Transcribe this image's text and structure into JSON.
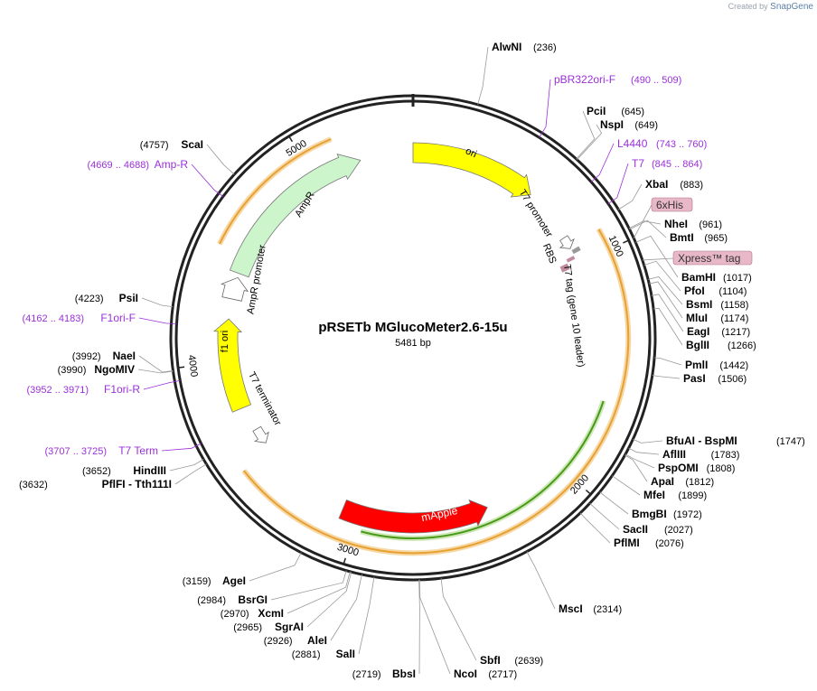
{
  "credit": {
    "created_by": "Created by",
    "brand": "SnapGene"
  },
  "plasmid": {
    "name": "pRSETb MGlucoMeter2.6-15u",
    "length_label": "5481 bp",
    "length": 5481
  },
  "colors": {
    "backbone": "#222222",
    "site_label": "#000000",
    "primer_label": "#9b30d9",
    "yellow_feature": "#ffff00",
    "ampr": "#ccf5cc",
    "mapple": "#ff0000",
    "orange_arc": "#e8a033",
    "green_arc": "#4a9a1a",
    "tag_box": "#e8b8c8"
  },
  "ticks": [
    "1000",
    "2000",
    "3000",
    "4000",
    "5000"
  ],
  "features": {
    "ori": "ori",
    "ampr": "AmpR",
    "ampr_promoter": "AmpR promoter",
    "f1_ori": "f1 ori",
    "mapple": "mApple",
    "t7_promoter": "T7 promoter",
    "rbs": "RBS",
    "t7_tag": "T7 tag (gene 10 leader)",
    "t7_terminator": "T7 terminator"
  },
  "sites_right": [
    {
      "name": "AlwNI",
      "pos": "(236)"
    },
    {
      "name": "PciI",
      "pos": "(645)"
    },
    {
      "name": "NspI",
      "pos": "(649)"
    },
    {
      "name": "XbaI",
      "pos": "(883)"
    },
    {
      "name": "NheI",
      "pos": "(961)"
    },
    {
      "name": "BmtI",
      "pos": "(965)"
    },
    {
      "name": "BamHI",
      "pos": "(1017)"
    },
    {
      "name": "PfoI",
      "pos": "(1104)"
    },
    {
      "name": "BsmI",
      "pos": "(1158)"
    },
    {
      "name": "MluI",
      "pos": "(1174)"
    },
    {
      "name": "EagI",
      "pos": "(1217)"
    },
    {
      "name": "BglII",
      "pos": "(1266)"
    },
    {
      "name": "PmlI",
      "pos": "(1442)"
    },
    {
      "name": "PasI",
      "pos": "(1506)"
    },
    {
      "name": "BfuAI  -  BspMI",
      "pos": "(1747)"
    },
    {
      "name": "AflIII",
      "pos": "(1783)"
    },
    {
      "name": "PspOMI",
      "pos": "(1808)"
    },
    {
      "name": "ApaI",
      "pos": "(1812)"
    },
    {
      "name": "MfeI",
      "pos": "(1899)"
    },
    {
      "name": "BmgBI",
      "pos": "(1972)"
    },
    {
      "name": "SacII",
      "pos": "(2027)"
    },
    {
      "name": "PflMI",
      "pos": "(2076)"
    },
    {
      "name": "MscI",
      "pos": "(2314)"
    },
    {
      "name": "SbfI",
      "pos": "(2639)"
    },
    {
      "name": "NcoI",
      "pos": "(2717)"
    }
  ],
  "sites_left": [
    {
      "name": "ScaI",
      "pos": "(4757)"
    },
    {
      "name": "PsiI",
      "pos": "(4223)"
    },
    {
      "name": "NaeI",
      "pos": "(3992)"
    },
    {
      "name": "NgoMIV",
      "pos": "(3990)"
    },
    {
      "name": "HindIII",
      "pos": "(3652)"
    },
    {
      "name": "PflFI  -  Tth111I",
      "pos": "(3632)"
    },
    {
      "name": "AgeI",
      "pos": "(3159)"
    },
    {
      "name": "BsrGI",
      "pos": "(2984)"
    },
    {
      "name": "XcmI",
      "pos": "(2970)"
    },
    {
      "name": "SgrAI",
      "pos": "(2965)"
    },
    {
      "name": "AleI",
      "pos": "(2926)"
    },
    {
      "name": "SalI",
      "pos": "(2881)"
    },
    {
      "name": "BbsI",
      "pos": "(2719)"
    }
  ],
  "primers": [
    {
      "name": "pBR322ori-F",
      "pos": "(490 .. 509)"
    },
    {
      "name": "L4440",
      "pos": "(743 .. 760)"
    },
    {
      "name": "T7",
      "pos": "(845 .. 864)"
    },
    {
      "name": "Amp-R",
      "pos": "(4669 .. 4688)"
    },
    {
      "name": "F1ori-F",
      "pos": "(4162 .. 4183)"
    },
    {
      "name": "F1ori-R",
      "pos": "(3952 .. 3971)"
    },
    {
      "name": "T7 Term",
      "pos": "(3707 .. 3725)"
    }
  ],
  "tags": [
    "6xHis",
    "Xpress™ tag"
  ]
}
